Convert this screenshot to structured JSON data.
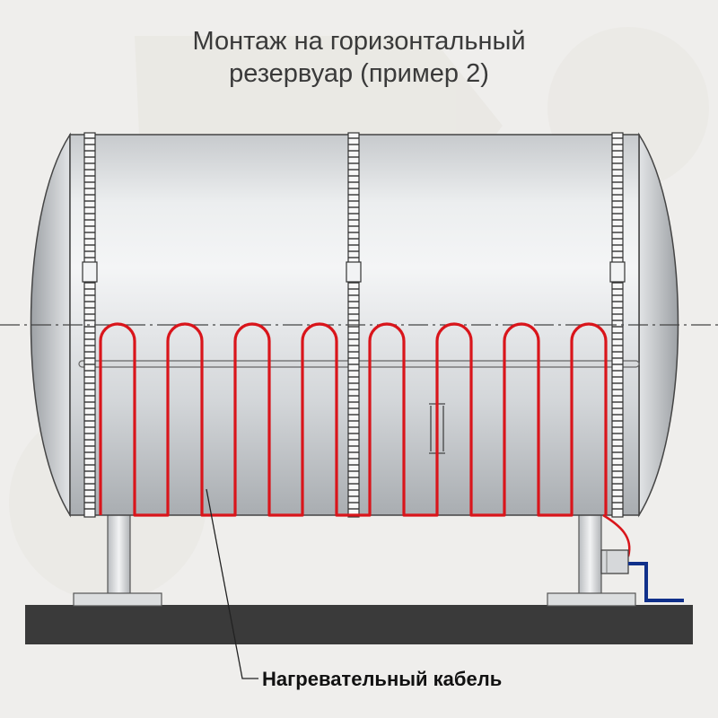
{
  "title": {
    "line1": "Монтаж на горизонтальный",
    "line2": "резервуар (пример 2)"
  },
  "callout": {
    "label": "Нагревательный кабель"
  },
  "diagram": {
    "heating_cable_loops": 8,
    "tank_bands": 3
  },
  "colors": {
    "heating_cable": "#d9151b",
    "supply_cable": "#10308a",
    "ground": "#3a3a3a",
    "background": "#efeeec"
  }
}
